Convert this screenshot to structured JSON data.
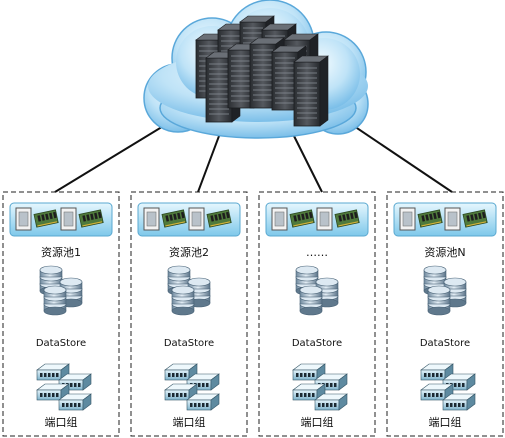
{
  "cloud": {
    "icon": "server-rack-cluster-icon"
  },
  "colors": {
    "cloud_light": "#dff1fb",
    "cloud_dark": "#6fb8e6",
    "panel_light": "#cfeefb",
    "panel_dark": "#7ec8ea",
    "server": "#3a3e44",
    "disk": "#9fb8cc",
    "switch": "#9fc6d8"
  },
  "pools": [
    {
      "resource_label": "资源池1",
      "datastore_label": "DataStore",
      "portgroup_label": "端口组"
    },
    {
      "resource_label": "资源池2",
      "datastore_label": "DataStore",
      "portgroup_label": "端口组"
    },
    {
      "resource_label": "……",
      "datastore_label": "DataStore",
      "portgroup_label": "端口组"
    },
    {
      "resource_label": "资源池N",
      "datastore_label": "DataStore",
      "portgroup_label": "端口组"
    }
  ]
}
